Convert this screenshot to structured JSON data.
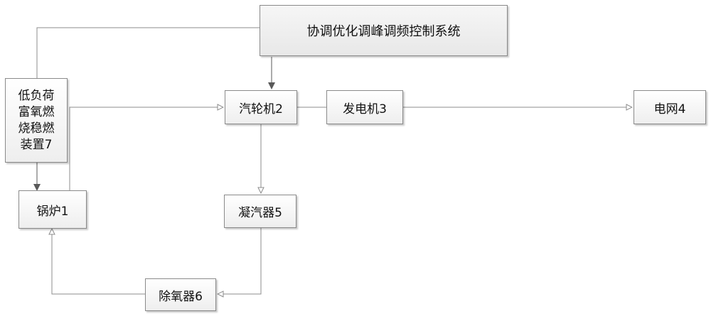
{
  "nodes": {
    "control_system": "协调优化调峰调频控制系统",
    "turbine": "汽轮机2",
    "generator": "发电机3",
    "grid": "电网4",
    "boiler": "锅炉1",
    "condenser": "凝汽器5",
    "deaerator": "除氧器6",
    "combustion_device": [
      "低负荷",
      "富氧燃",
      "烧稳燃",
      "装置7"
    ]
  },
  "colors": {
    "line": "#8c8c8c",
    "arrow_solid": "#595959",
    "box_border": "#8a8a8a"
  }
}
